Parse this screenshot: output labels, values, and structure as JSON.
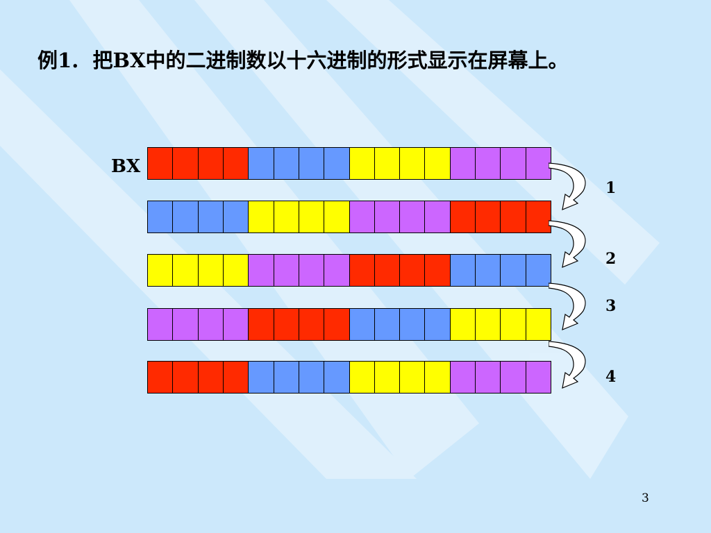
{
  "title": {
    "prefix": "例",
    "number": "1.",
    "gap": "  ",
    "text": "把BX中的二进制数以十六进制的形式显示在屏幕上。"
  },
  "register_label": "BX",
  "colors": {
    "red": "#ff2a00",
    "blue": "#6699ff",
    "yellow": "#ffff00",
    "purple": "#cc66ff",
    "background": "#cce8fb",
    "stripe": "#e6f4fd"
  },
  "rows": [
    [
      "red",
      "blue",
      "yellow",
      "purple"
    ],
    [
      "blue",
      "yellow",
      "purple",
      "red"
    ],
    [
      "yellow",
      "purple",
      "red",
      "blue"
    ],
    [
      "purple",
      "red",
      "blue",
      "yellow"
    ],
    [
      "red",
      "blue",
      "yellow",
      "purple"
    ]
  ],
  "bits_per_group": 4,
  "steps": [
    "1",
    "2",
    "3",
    "4"
  ],
  "page_number": "3"
}
